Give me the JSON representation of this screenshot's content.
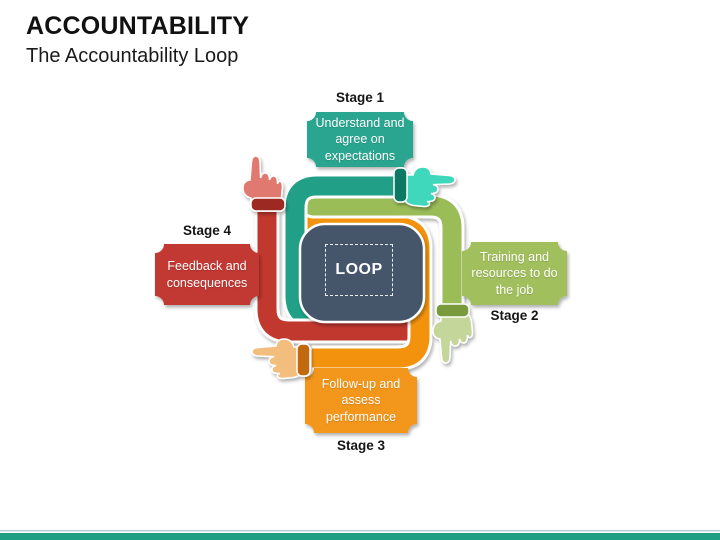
{
  "slide": {
    "title": "ACCOUNTABILITY",
    "subtitle": "The Accountability Loop"
  },
  "diagram": {
    "center_label": "LOOP",
    "stages": [
      {
        "label": "Stage 1",
        "text": "Understand and agree on expectations"
      },
      {
        "label": "Stage 2",
        "text": "Training and resources to do the job"
      },
      {
        "label": "Stage 3",
        "text": "Follow-up and assess performance"
      },
      {
        "label": "Stage 4",
        "text": "Feedback and consequences"
      }
    ],
    "icons": [
      "hand-pointing-right-icon",
      "hand-pointing-down-icon",
      "hand-pointing-left-icon",
      "hand-pointing-up-icon"
    ]
  },
  "colors": {
    "teal_pipe": "#20A087",
    "teal_box": "#2BA690",
    "teal_hand": "#3FD8BD",
    "teal_cuff": "#117965",
    "green_pipe": "#9BBD59",
    "green_box": "#A2BF5D",
    "green_hand": "#C5D69B",
    "green_cuff": "#7A9B3E",
    "orange_pipe": "#F39310",
    "orange_box": "#F2961F",
    "orange_hand": "#F3BE7D",
    "orange_cuff": "#C06A10",
    "red_pipe": "#C0382F",
    "red_box": "#C23732",
    "red_hand": "#E0796F",
    "red_cuff": "#9C2B24",
    "center_box": "#44546B",
    "footer_bar": "#1E9E83"
  }
}
